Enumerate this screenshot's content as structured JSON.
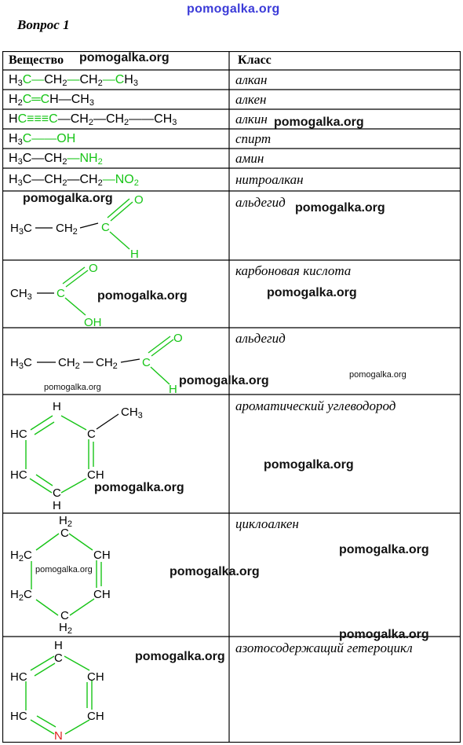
{
  "watermark": "pomogalka.org",
  "question_title": "Вопрос 1",
  "headers": {
    "substance": "Вещество",
    "class": "Класс"
  },
  "rows": [
    {
      "class": "алкан"
    },
    {
      "class": "алкен"
    },
    {
      "class": "алкин"
    },
    {
      "class": "спирт"
    },
    {
      "class": "амин"
    },
    {
      "class": "нитроалкан"
    },
    {
      "class": "альдегид"
    },
    {
      "class": "карбоновая кислота"
    },
    {
      "class": "альдегид"
    },
    {
      "class": "ароматический углеводород"
    },
    {
      "class": "циклоалкен"
    },
    {
      "class": "азотосодержащий гетероцикл"
    }
  ],
  "atoms": {
    "C": "C",
    "H": "H",
    "O": "O",
    "N": "N",
    "OH": "OH",
    "H3": "H",
    "CH": "CH",
    "HC": "HC",
    "CH3": "CH",
    "H2C": "H",
    "NH2": "NH",
    "NO2": "NO",
    "H3C_row": "H",
    "CH2": "CH",
    "H2": "H"
  },
  "colors": {
    "bond": "#17c417",
    "border": "#000000",
    "watermark_top": "#3b3bd8"
  }
}
